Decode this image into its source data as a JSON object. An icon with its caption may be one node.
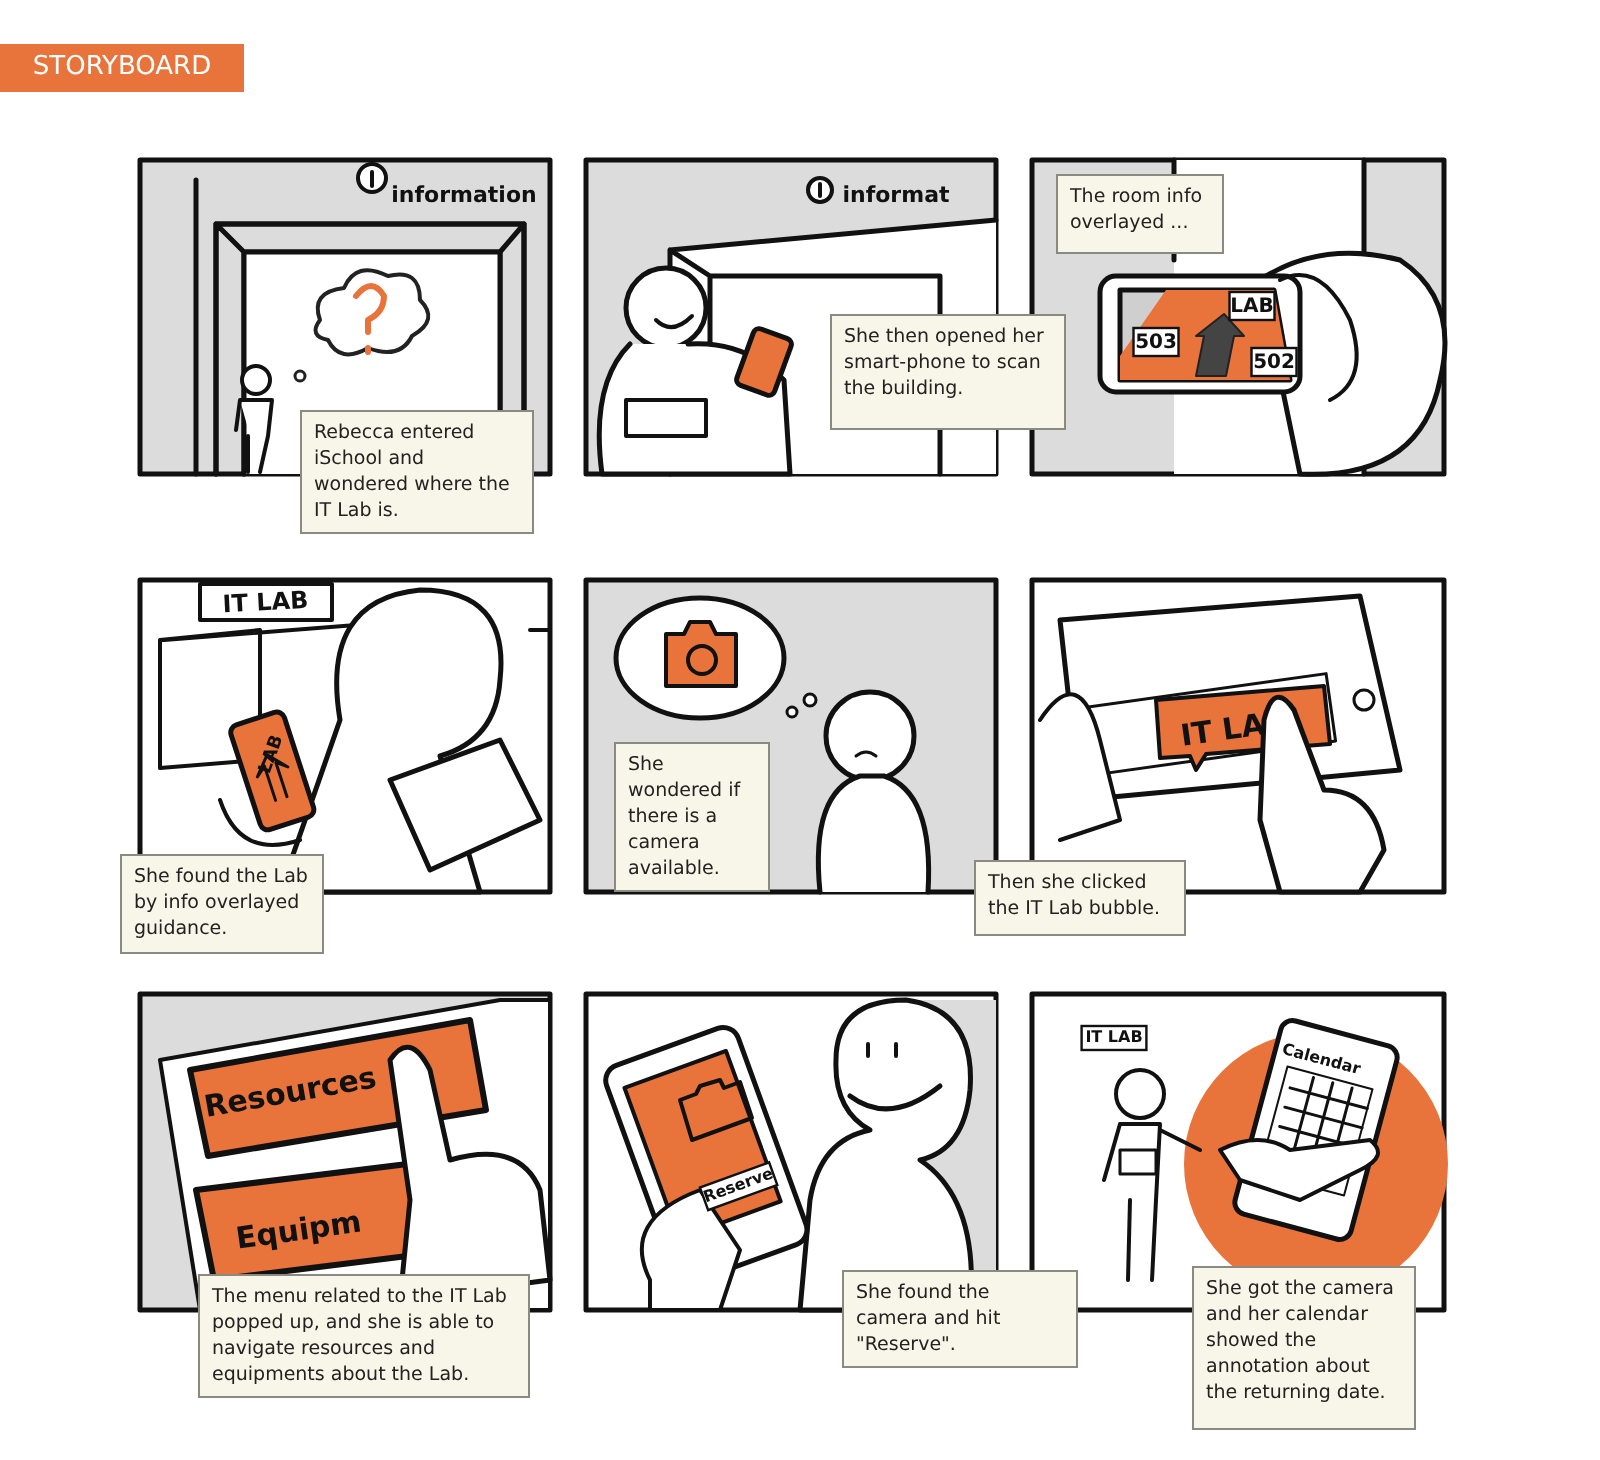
{
  "diagram": {
    "title": "STORYBOARD",
    "nodes": [
      {
        "text": [
          "Rebecca entered iSchool and wondered where the IT Lab is."
        ]
      },
      {
        "text": [
          "She then opened her smart-phone to scan the building."
        ]
      },
      {
        "text": [
          "The room info overlayed ..."
        ]
      },
      {
        "text": [
          "She found the Lab by info overlayed guidance."
        ]
      },
      {
        "text": [
          "She wondered if there is a camera available."
        ]
      },
      {
        "text": [
          "Then she clicked the IT Lab bubble."
        ]
      },
      {
        "text": [
          "The menu related to the IT Lab popped up, and she is able to navigate resources and equipments about the Lab."
        ]
      },
      {
        "text": [
          "She found the camera and hit \"Reserve\"."
        ]
      },
      {
        "text": [
          "She got the camera and her calendar showed the annotation about the returning date."
        ]
      }
    ],
    "edges": [],
    "labels": [
      "information",
      "informat",
      "503",
      "LAB",
      "502",
      "IT LAB",
      "LAB",
      "IT LA",
      "Resources",
      "Equipm",
      "Reserve",
      "IT LAB",
      "Calendar"
    ]
  }
}
